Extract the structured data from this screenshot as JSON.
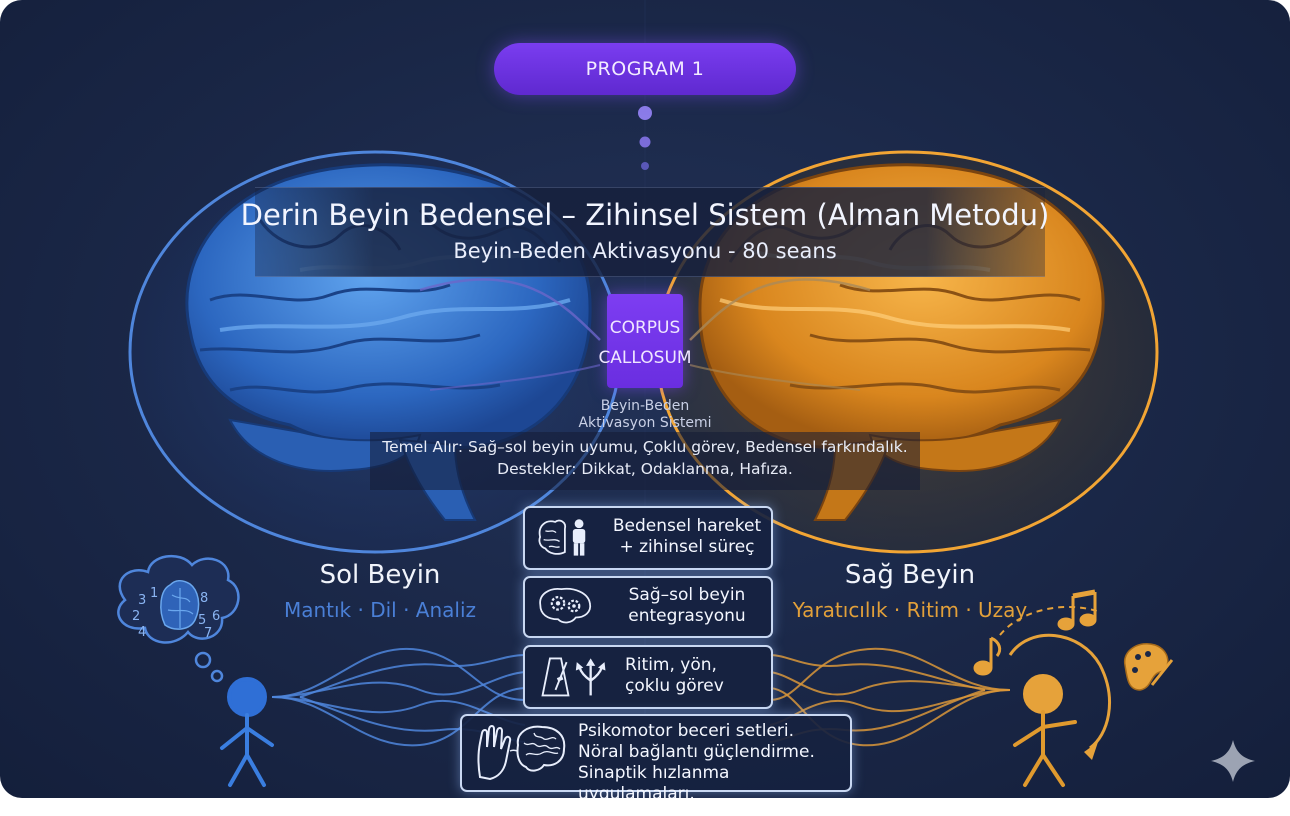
{
  "program_label": "PROGRAM 1",
  "title": "Derin Beyin Bedensel – Zihinsel Sistem (Alman Metodu)",
  "subtitle": "Beyin-Beden Aktivasyonu - 80 seans",
  "corpus": {
    "line1": "CORPUS",
    "line2": "CALLOSUM"
  },
  "activation": {
    "line1": "Beyin-Beden",
    "line2": "Aktivasyon Sistemi"
  },
  "info": {
    "line1": "Temel Alır: Sağ–sol beyin uyumu, Çoklu görev, Bedensel farkındalık.",
    "line2": "Destekler: Dikkat, Odaklanma, Hafıza."
  },
  "left": {
    "title": "Sol Beyin",
    "subtitle": "Mantık · Dil · Analiz",
    "color": "#4a7fd6"
  },
  "right": {
    "title": "Sağ Beyin",
    "subtitle": "Yaratıcılık · Ritim · Uzay",
    "color": "#e2a03a"
  },
  "thought_numbers": [
    "3",
    "1",
    "2",
    "4",
    "8",
    "5",
    "6",
    "7"
  ],
  "cards": [
    {
      "icon": "brain-body-icon",
      "line1": "Bedensel hareket",
      "line2": "+ zihinsel süreç"
    },
    {
      "icon": "brain-gears-icon",
      "line1": "Sağ–sol beyin",
      "line2": "entegrasyonu"
    },
    {
      "icon": "metronome-arrows-icon",
      "line1": "Ritim, yön,",
      "line2": "çoklu görev"
    },
    {
      "icon": "hand-brain-icon",
      "line1": "Psikomotor beceri setleri.",
      "line2": "Nöral bağlantı güçlendirme.",
      "line3": "Sinaptik hızlanma uygulamaları."
    }
  ]
}
